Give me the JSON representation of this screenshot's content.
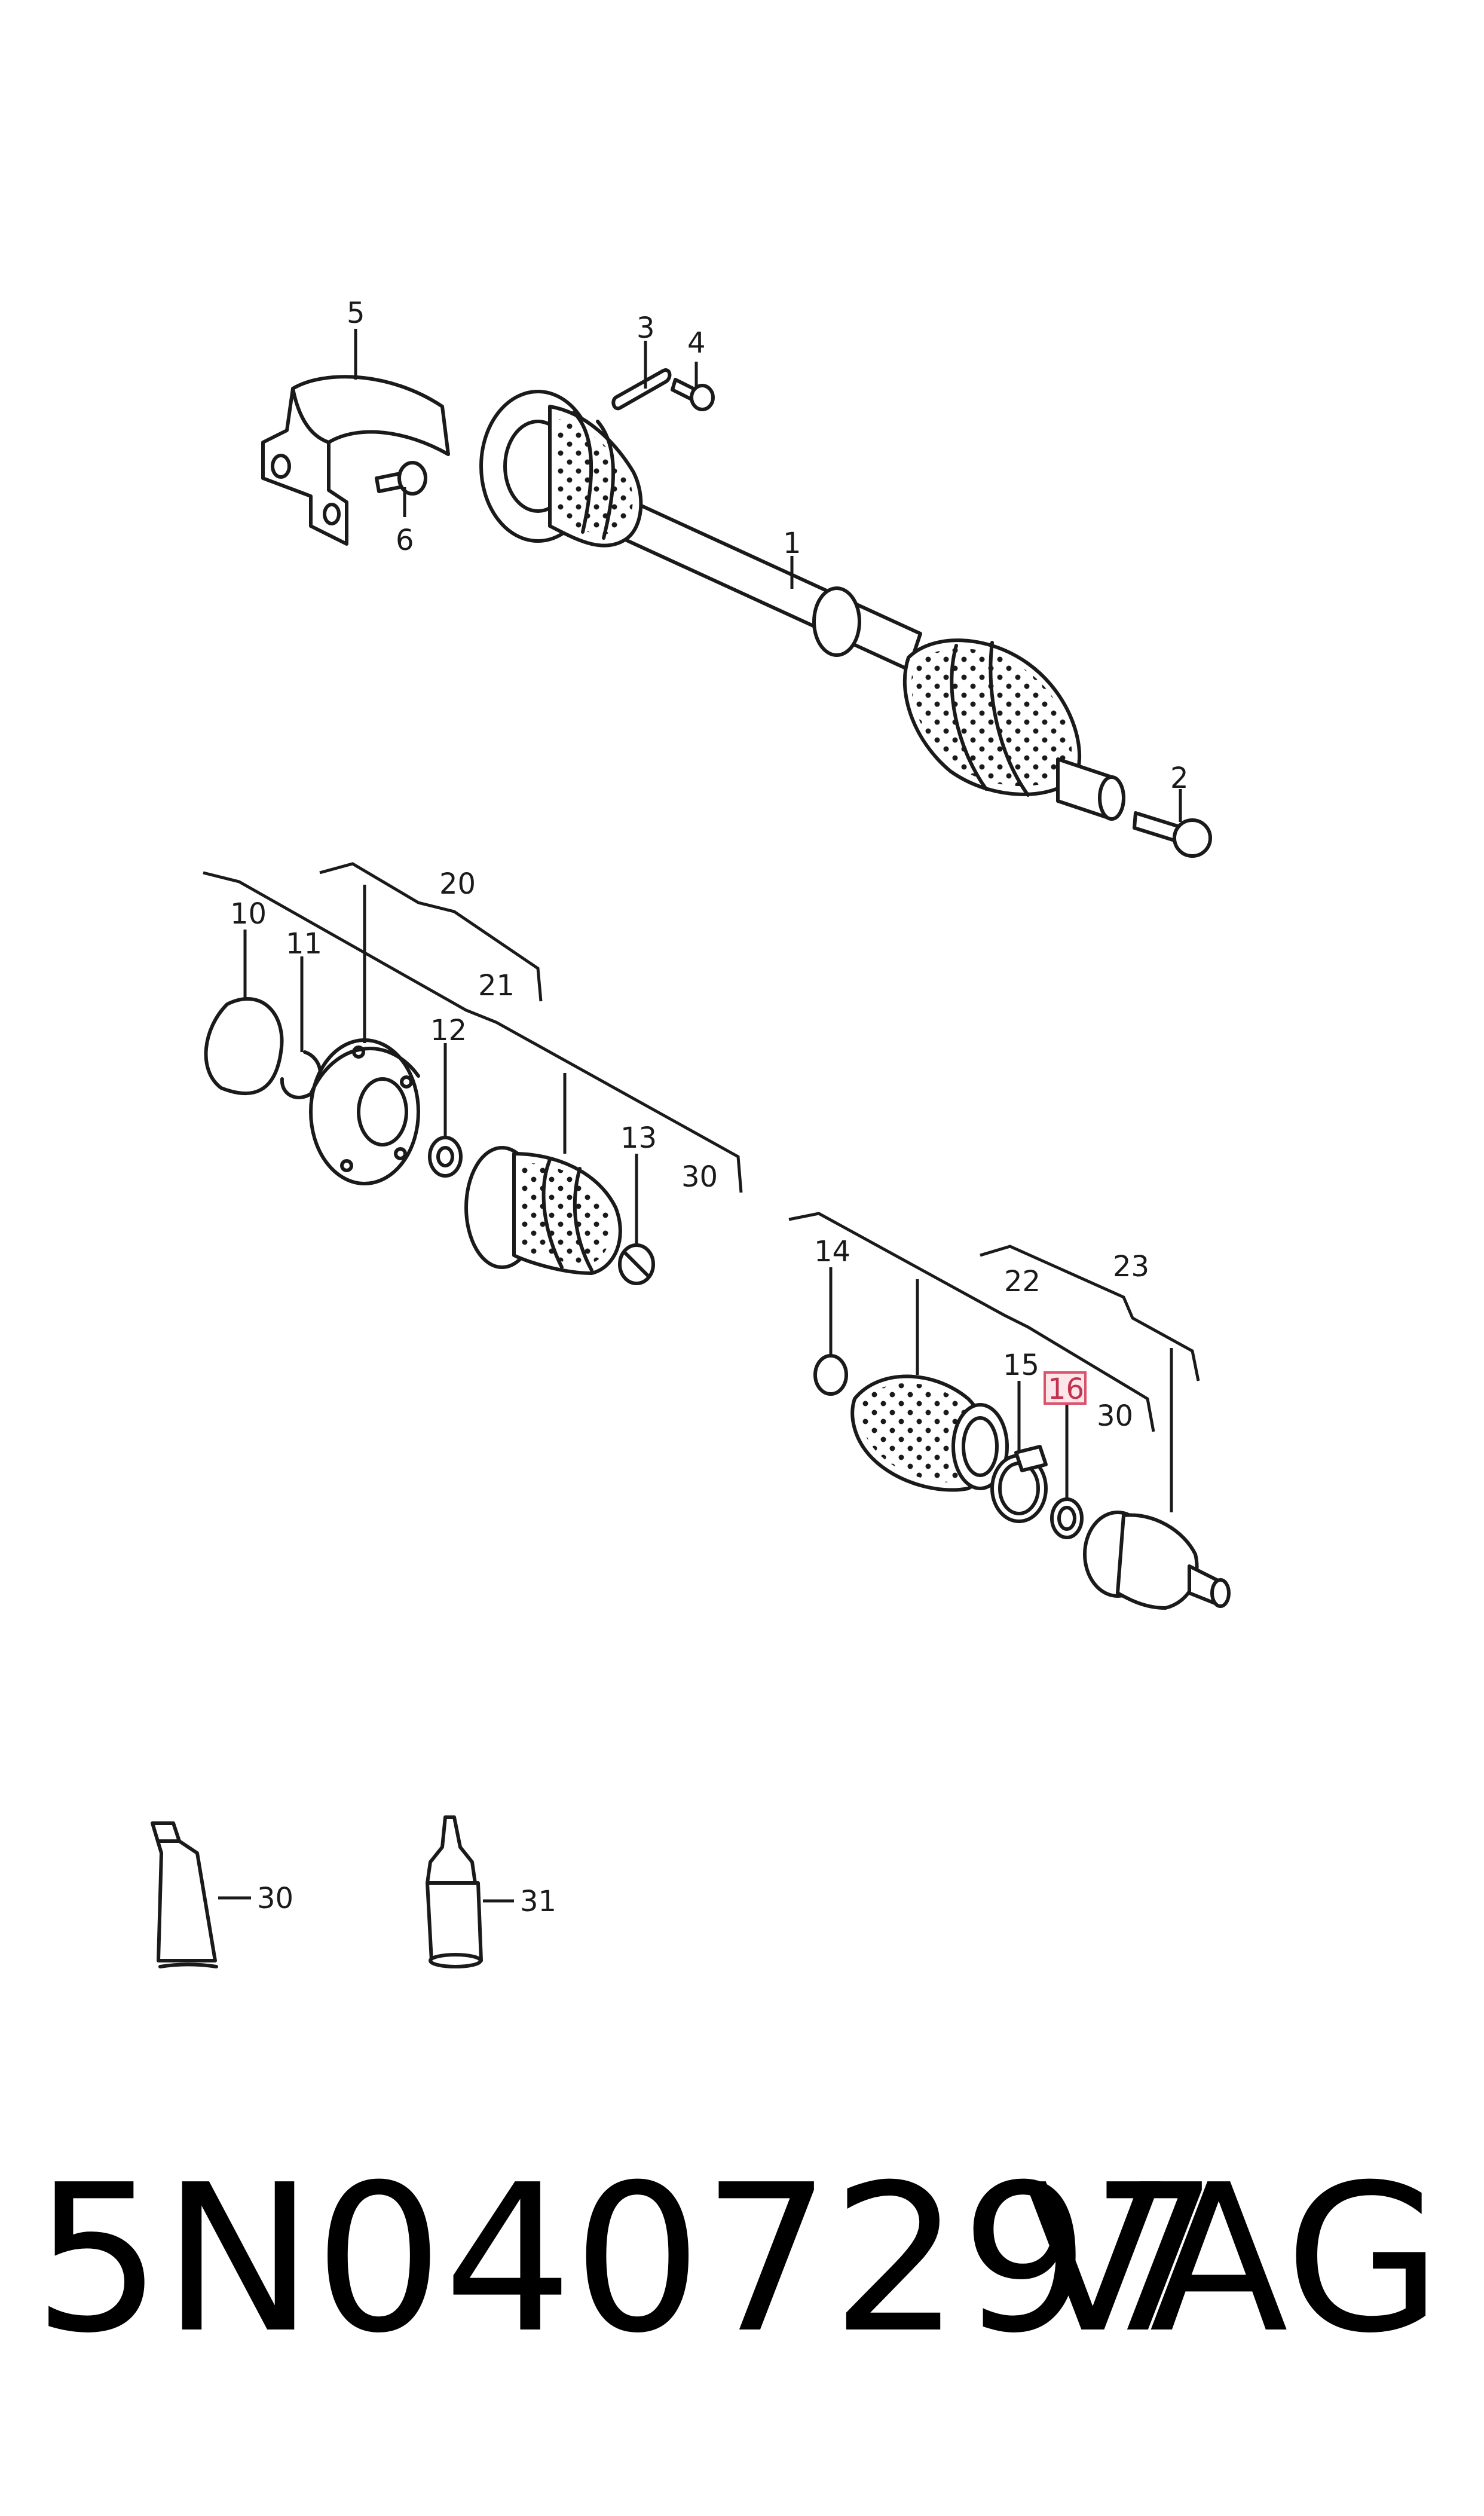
{
  "callouts": [
    {
      "id": "c1",
      "text": "1"
    },
    {
      "id": "c2",
      "text": "2"
    },
    {
      "id": "c3",
      "text": "3"
    },
    {
      "id": "c4",
      "text": "4"
    },
    {
      "id": "c5",
      "text": "5"
    },
    {
      "id": "c6",
      "text": "6"
    },
    {
      "id": "c10",
      "text": "10"
    },
    {
      "id": "c11",
      "text": "11"
    },
    {
      "id": "c12",
      "text": "12"
    },
    {
      "id": "c13",
      "text": "13"
    },
    {
      "id": "c14",
      "text": "14"
    },
    {
      "id": "c15",
      "text": "15"
    },
    {
      "id": "c16",
      "text": "16",
      "highlighted": true
    },
    {
      "id": "c20",
      "text": "20"
    },
    {
      "id": "c21",
      "text": "21"
    },
    {
      "id": "c22",
      "text": "22"
    },
    {
      "id": "c23",
      "text": "23"
    },
    {
      "id": "c30a",
      "text": "30"
    },
    {
      "id": "c30b",
      "text": "30"
    },
    {
      "id": "c30c",
      "text": "30"
    },
    {
      "id": "c31",
      "text": "31"
    }
  ],
  "footer": {
    "part_number": "5N0407297",
    "brand": "VAG"
  },
  "colors": {
    "line": "#1a1a1a",
    "highlight_fill": "#fde6ea",
    "highlight_border": "#d9536b",
    "highlight_text": "#c0324e"
  }
}
